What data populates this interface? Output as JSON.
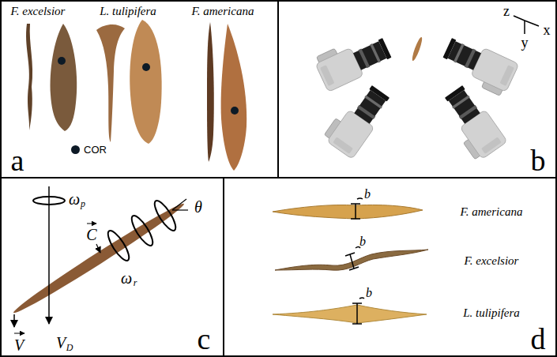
{
  "diagram": {
    "nodes": [
      {
        "text": [
          "a"
        ]
      },
      {
        "text": [
          "b"
        ]
      },
      {
        "text": [
          "c"
        ]
      },
      {
        "text": [
          "d"
        ]
      }
    ],
    "labels": [
      "F. excelsior",
      "L. tulipifera",
      "F. americana",
      "z",
      "x",
      "y",
      "ω",
      "p",
      "θ",
      "C",
      "ω",
      "r",
      "V",
      "V",
      "D",
      "b",
      "b",
      "b",
      "F. americana",
      "F. excelsior",
      "L. tulipifera"
    ],
    "legend": [
      {
        "text": "COR",
        "color": "#0d1a26"
      }
    ]
  }
}
